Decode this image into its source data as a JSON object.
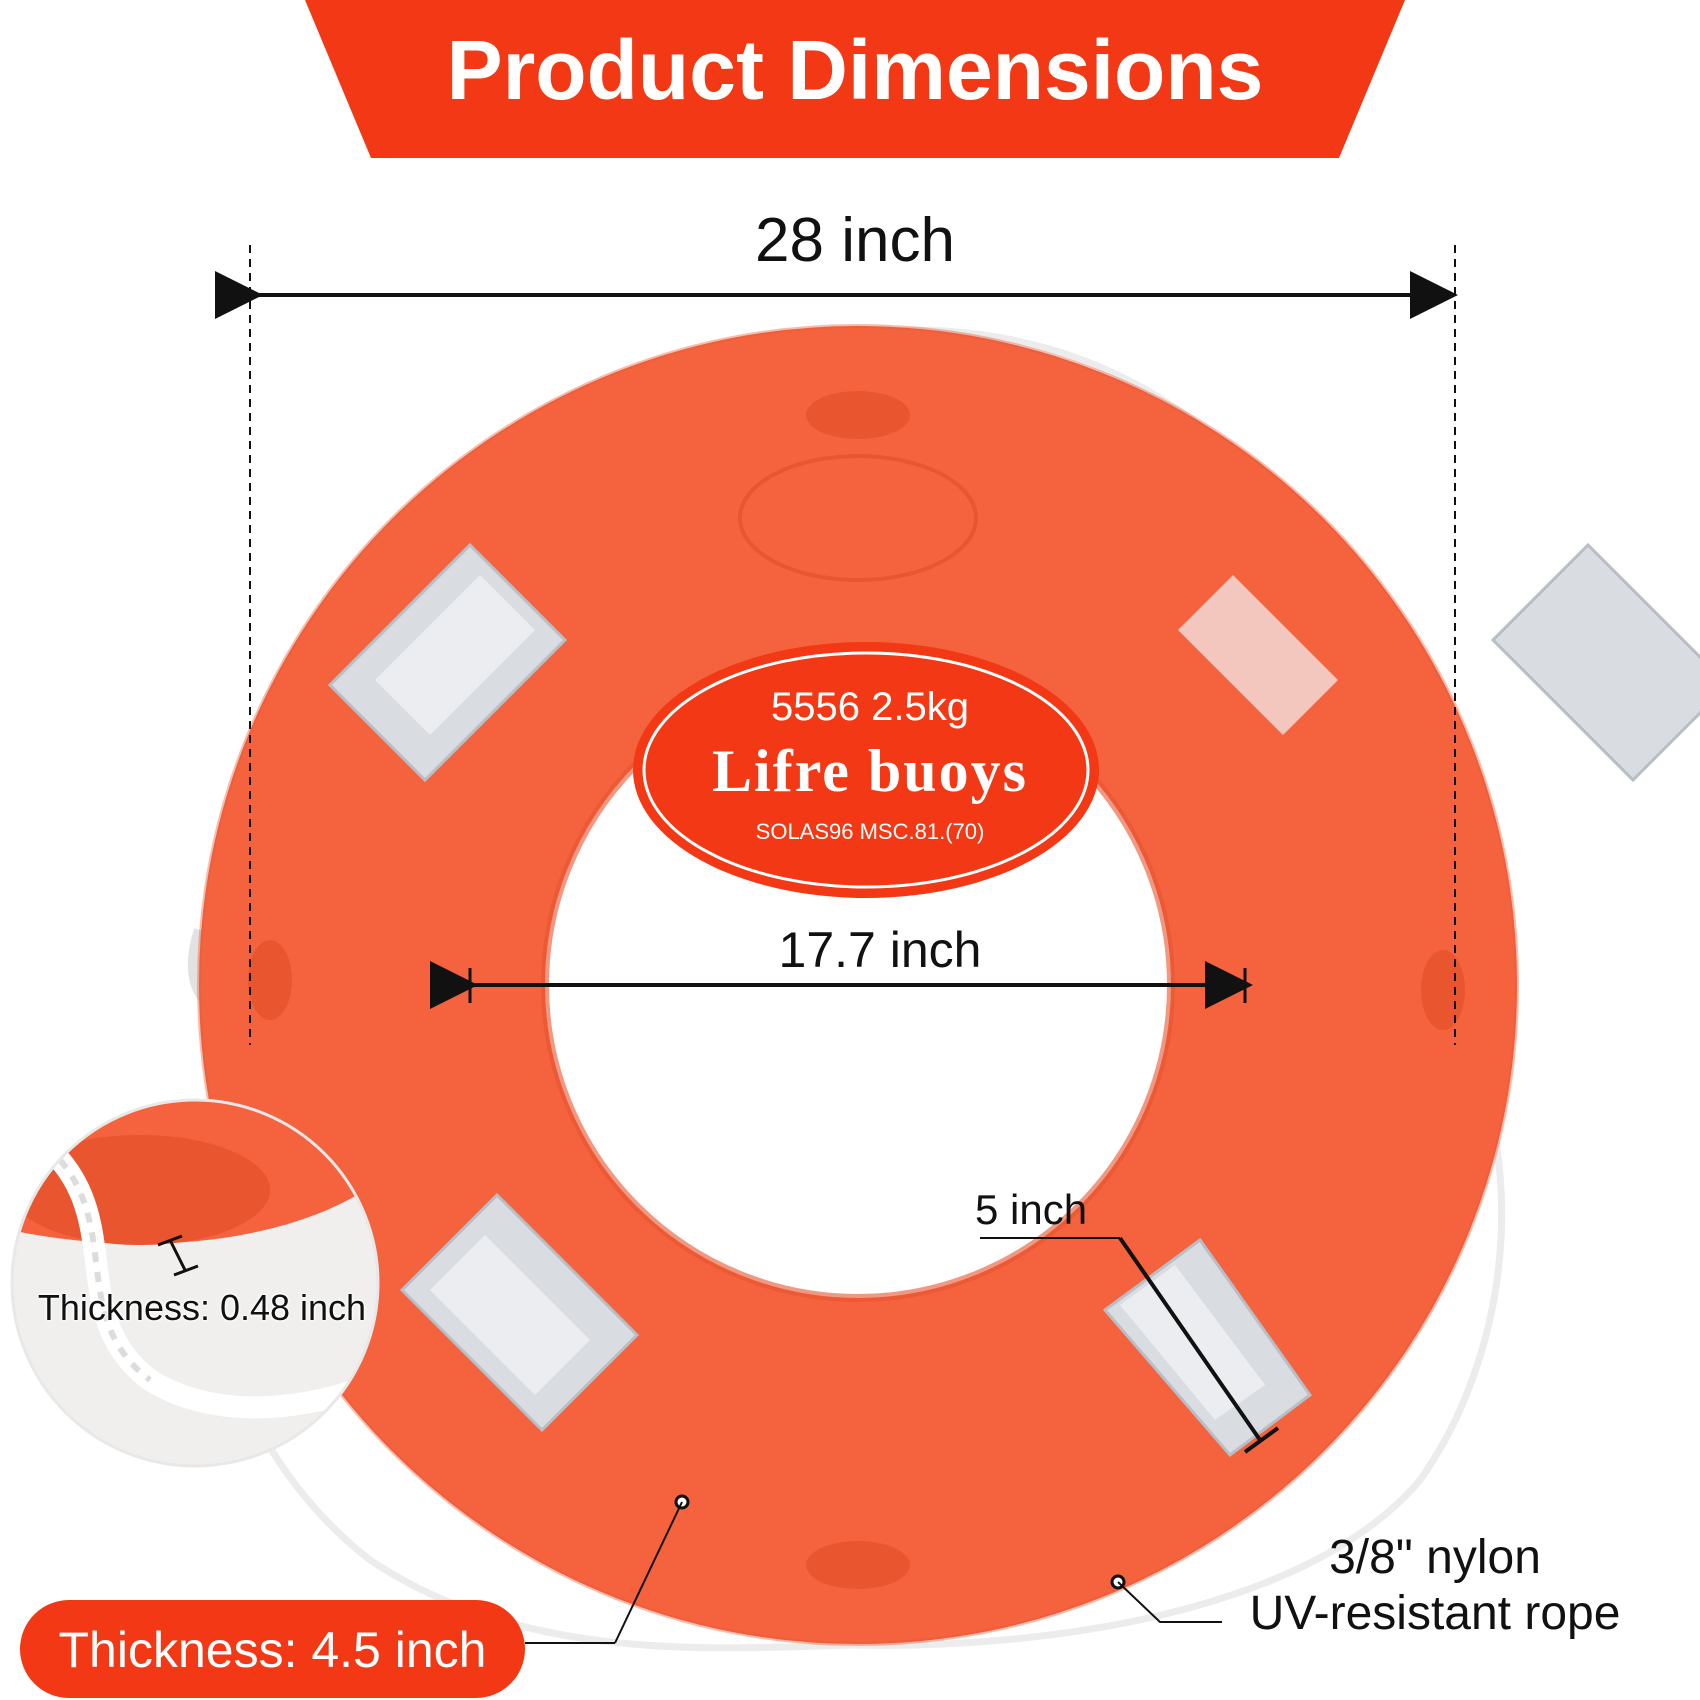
{
  "banner": {
    "title": "Product Dimensions"
  },
  "dimensions": {
    "outer_diameter": "28 inch",
    "inner_diameter": "17.7 inch",
    "band_width": "5 inch"
  },
  "emblem": {
    "line1": "5556 2.5kg",
    "line2": "Lifre buoys",
    "line3": "SOLAS96 MSC.81.(70)"
  },
  "zoom": {
    "label": "Thickness: 0.48 inch"
  },
  "thickness_badge": {
    "label": "Thickness: 4.5 inch"
  },
  "rope": {
    "line1": "3/8\" nylon",
    "line2": "UV-resistant rope"
  },
  "colors": {
    "banner_red": "#f23814",
    "buoy_orange": "#f4623e",
    "reflective_tape": "#d9dde2",
    "rope_white": "#f6f6f6"
  }
}
